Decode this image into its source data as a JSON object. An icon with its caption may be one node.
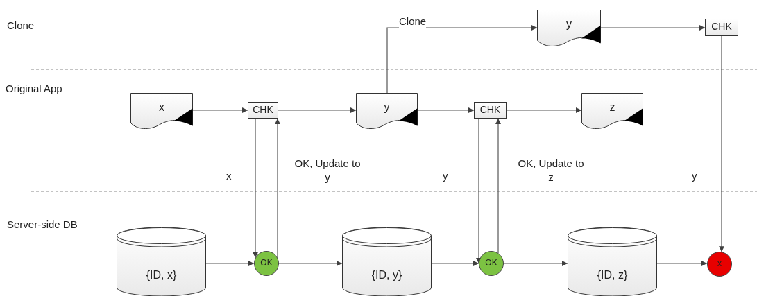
{
  "diagram": {
    "nodes": [
      {
        "text": [
          "y"
        ]
      },
      {
        "text": [
          "CHK"
        ]
      },
      {
        "text": [
          "x"
        ]
      },
      {
        "text": [
          "CHK"
        ]
      },
      {
        "text": [
          "y"
        ]
      },
      {
        "text": [
          "CHK"
        ]
      },
      {
        "text": [
          "z"
        ]
      },
      {
        "text": [
          "{ID, x}"
        ]
      },
      {
        "text": [
          "OK"
        ]
      },
      {
        "text": [
          "{ID, y}"
        ]
      },
      {
        "text": [
          "OK"
        ]
      },
      {
        "text": [
          "{ID, z}"
        ]
      },
      {
        "text": [
          "x"
        ]
      }
    ],
    "edges": [
      {
        "from": 4,
        "to": 0,
        "arrow": "to",
        "label": "Clone"
      },
      {
        "from": 0,
        "to": 1,
        "arrow": "to"
      },
      {
        "from": 2,
        "to": 3,
        "arrow": "to"
      },
      {
        "from": 3,
        "to": 4,
        "arrow": "to"
      },
      {
        "from": 4,
        "to": 5,
        "arrow": "to"
      },
      {
        "from": 5,
        "to": 6,
        "arrow": "to"
      },
      {
        "from": 3,
        "to": 8,
        "arrow": "to",
        "label": "x"
      },
      {
        "from": 8,
        "to": 3,
        "arrow": "to",
        "label": "OK, Update to y"
      },
      {
        "from": 5,
        "to": 10,
        "arrow": "to",
        "label": "y"
      },
      {
        "from": 10,
        "to": 5,
        "arrow": "to",
        "label": "OK, Update to z"
      },
      {
        "from": 1,
        "to": 12,
        "arrow": "to",
        "label": "y"
      },
      {
        "from": 7,
        "to": 8,
        "arrow": "to"
      },
      {
        "from": 8,
        "to": 9,
        "arrow": "to"
      },
      {
        "from": 9,
        "to": 10,
        "arrow": "to"
      },
      {
        "from": 10,
        "to": 11,
        "arrow": "to"
      },
      {
        "from": 11,
        "to": 12,
        "arrow": "to"
      }
    ],
    "labels": [
      "Clone",
      "Original App",
      "Server-side DB"
    ]
  }
}
